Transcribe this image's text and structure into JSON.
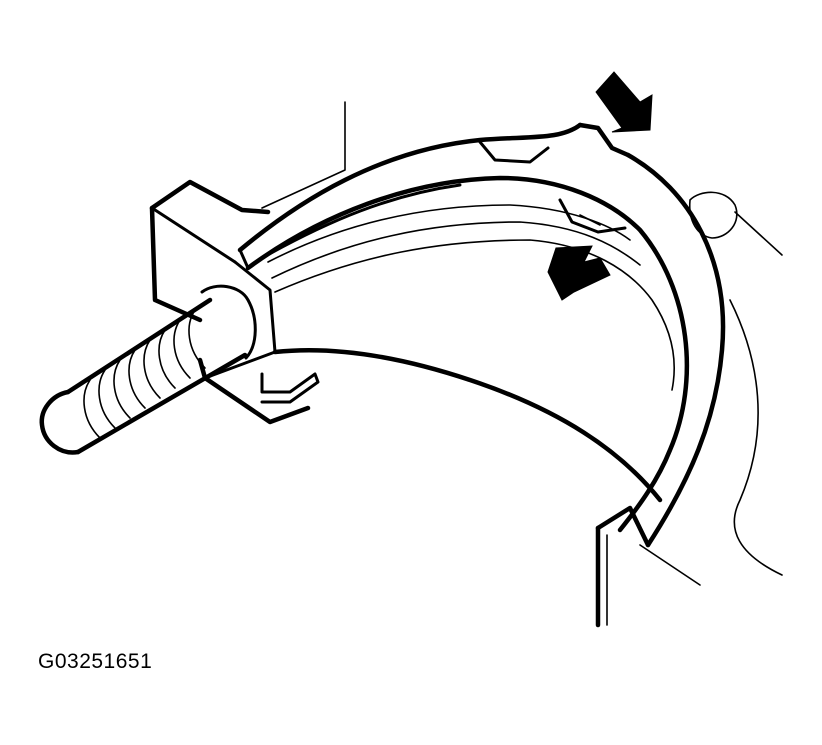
{
  "figure": {
    "code": "G03251651"
  },
  "icons": {
    "arrow_upper": "arrow-pointing-down-left",
    "arrow_lower": "arrow-pointing-up-left"
  },
  "colors": {
    "ink": "#000000",
    "background": "#ffffff"
  }
}
